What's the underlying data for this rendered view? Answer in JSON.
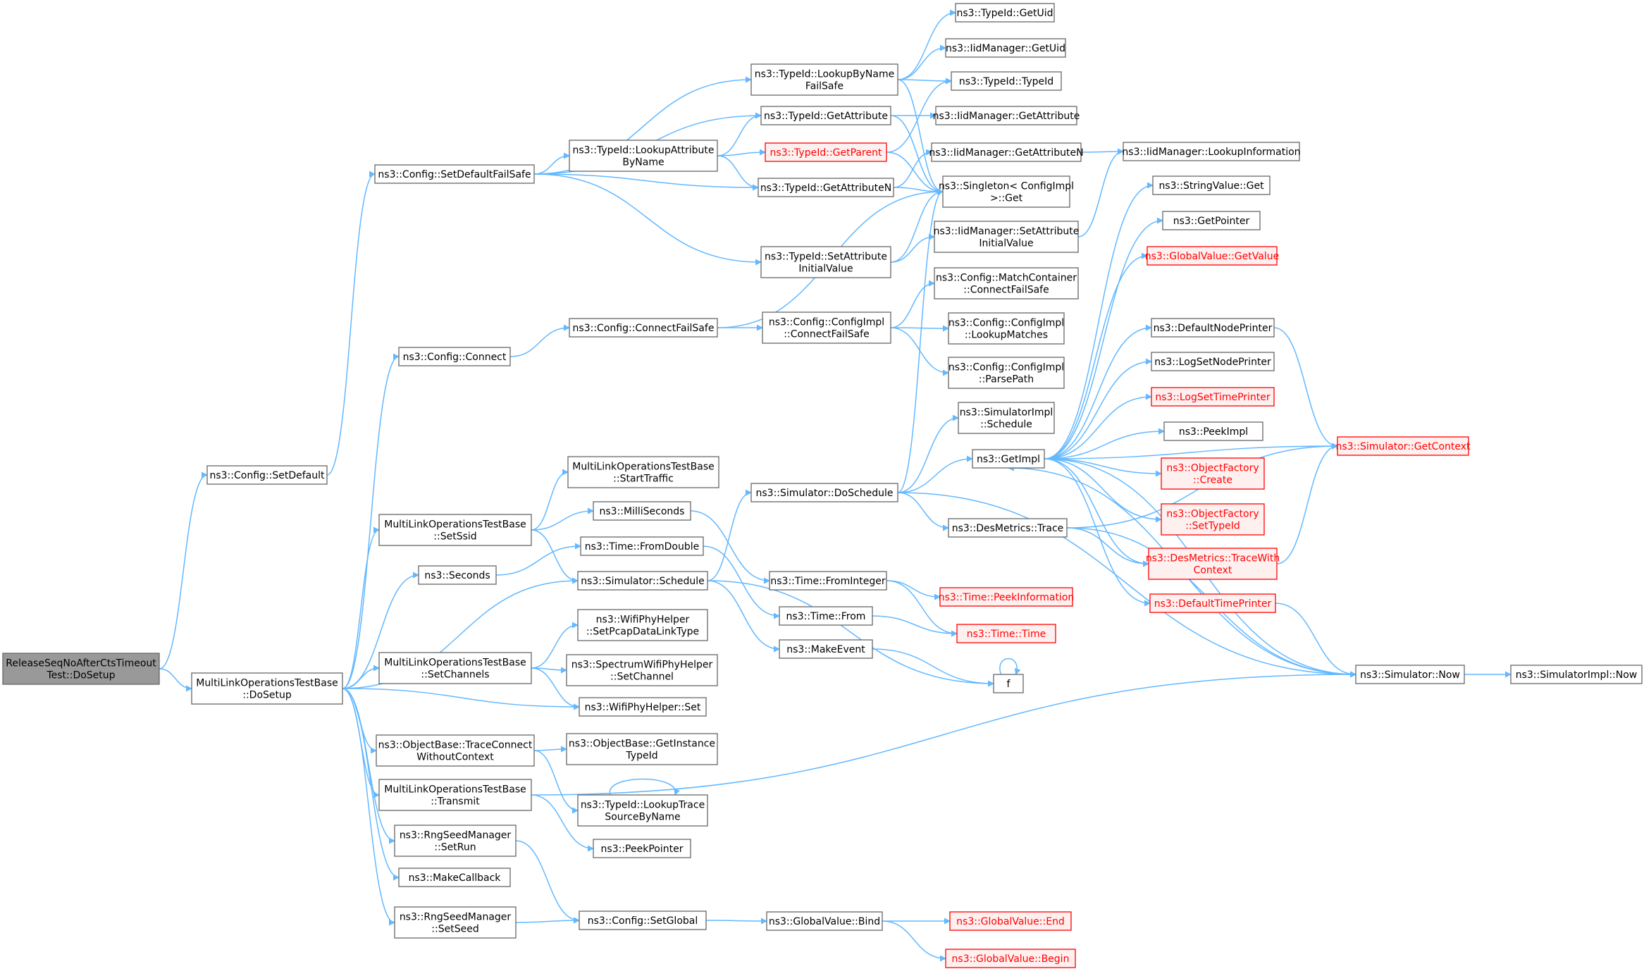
{
  "graph": {
    "colors": {
      "edge": "#63b8ff",
      "node_border": "#666666",
      "truncated_border": "#ff0000",
      "root_fill": "#999999"
    },
    "nodes": {
      "root": {
        "lines": [
          "ReleaseSeqNoAfterCtsTimeout",
          "Test::DoSetup"
        ],
        "kind": "root"
      },
      "mlDoSetup": {
        "lines": [
          "MultiLinkOperationsTestBase",
          "::DoSetup"
        ]
      },
      "setDefault": {
        "lines": [
          "ns3::Config::SetDefault"
        ]
      },
      "setDefaultFailSafe": {
        "lines": [
          "ns3::Config::SetDefaultFailSafe"
        ]
      },
      "configConnect": {
        "lines": [
          "ns3::Config::Connect"
        ]
      },
      "setSsid": {
        "lines": [
          "MultiLinkOperationsTestBase",
          "::SetSsid"
        ]
      },
      "seconds": {
        "lines": [
          "ns3::Seconds"
        ]
      },
      "setChannels": {
        "lines": [
          "MultiLinkOperationsTestBase",
          "::SetChannels"
        ]
      },
      "traceConnectWithoutContext": {
        "lines": [
          "ns3::ObjectBase::TraceConnect",
          "WithoutContext"
        ]
      },
      "transmit": {
        "lines": [
          "MultiLinkOperationsTestBase",
          "::Transmit"
        ]
      },
      "setRun": {
        "lines": [
          "ns3::RngSeedManager",
          "::SetRun"
        ]
      },
      "makeCallback": {
        "lines": [
          "ns3::MakeCallback"
        ]
      },
      "setSeed": {
        "lines": [
          "ns3::RngSeedManager",
          "::SetSeed"
        ]
      },
      "lookupAttributeByName": {
        "lines": [
          "ns3::TypeId::LookupAttribute",
          "ByName"
        ]
      },
      "connectFailSafe": {
        "lines": [
          "ns3::Config::ConnectFailSafe"
        ]
      },
      "startTraffic": {
        "lines": [
          "MultiLinkOperationsTestBase",
          "::StartTraffic"
        ]
      },
      "milliSeconds": {
        "lines": [
          "ns3::MilliSeconds"
        ]
      },
      "fromDouble": {
        "lines": [
          "ns3::Time::FromDouble"
        ]
      },
      "simSchedule": {
        "lines": [
          "ns3::Simulator::Schedule"
        ]
      },
      "setPcapDataLinkType": {
        "lines": [
          "ns3::WifiPhyHelper",
          "::SetPcapDataLinkType"
        ]
      },
      "spectrumSetChannel": {
        "lines": [
          "ns3::SpectrumWifiPhyHelper",
          "::SetChannel"
        ]
      },
      "wifiPhySet": {
        "lines": [
          "ns3::WifiPhyHelper::Set"
        ]
      },
      "getInstanceTypeId": {
        "lines": [
          "ns3::ObjectBase::GetInstance",
          "TypeId"
        ]
      },
      "lookupTraceSourceByName": {
        "lines": [
          "ns3::TypeId::LookupTrace",
          "SourceByName"
        ]
      },
      "peekPointer": {
        "lines": [
          "ns3::PeekPointer"
        ]
      },
      "configSetGlobal": {
        "lines": [
          "ns3::Config::SetGlobal"
        ]
      },
      "lookupByNameFailSafe": {
        "lines": [
          "ns3::TypeId::LookupByName",
          "FailSafe"
        ]
      },
      "typeIdGetAttribute": {
        "lines": [
          "ns3::TypeId::GetAttribute"
        ]
      },
      "typeIdGetParent": {
        "lines": [
          "ns3::TypeId::GetParent"
        ],
        "kind": "red"
      },
      "typeIdGetAttributeN": {
        "lines": [
          "ns3::TypeId::GetAttributeN"
        ]
      },
      "typeIdSetAttributeInitialValue": {
        "lines": [
          "ns3::TypeId::SetAttribute",
          "InitialValue"
        ]
      },
      "configImplConnectFailSafe": {
        "lines": [
          "ns3::Config::ConfigImpl",
          "::ConnectFailSafe"
        ]
      },
      "simDoSchedule": {
        "lines": [
          "ns3::Simulator::DoSchedule"
        ]
      },
      "timeFromInteger": {
        "lines": [
          "ns3::Time::FromInteger"
        ]
      },
      "timeFrom": {
        "lines": [
          "ns3::Time::From"
        ]
      },
      "makeEvent": {
        "lines": [
          "ns3::MakeEvent"
        ]
      },
      "globalValueBind": {
        "lines": [
          "ns3::GlobalValue::Bind"
        ]
      },
      "typeIdGetUid": {
        "lines": [
          "ns3::TypeId::GetUid"
        ]
      },
      "iidGetUid": {
        "lines": [
          "ns3::IidManager::GetUid"
        ]
      },
      "typeIdTypeId": {
        "lines": [
          "ns3::TypeId::TypeId"
        ]
      },
      "iidGetAttribute": {
        "lines": [
          "ns3::IidManager::GetAttribute"
        ]
      },
      "iidGetAttributeN": {
        "lines": [
          "ns3::IidManager::GetAttributeN"
        ]
      },
      "singletonGet": {
        "lines": [
          "ns3::Singleton< ConfigImpl",
          " >::Get"
        ]
      },
      "iidSetAttributeInitialValue": {
        "lines": [
          "ns3::IidManager::SetAttribute",
          "InitialValue"
        ]
      },
      "matchContainerConnectFailSafe": {
        "lines": [
          "ns3::Config::MatchContainer",
          "::ConnectFailSafe"
        ]
      },
      "configImplLookupMatches": {
        "lines": [
          "ns3::Config::ConfigImpl",
          "::LookupMatches"
        ]
      },
      "configImplParsePath": {
        "lines": [
          "ns3::Config::ConfigImpl",
          "::ParsePath"
        ]
      },
      "simulatorImplSchedule": {
        "lines": [
          "ns3::SimulatorImpl",
          "::Schedule"
        ]
      },
      "getImpl": {
        "lines": [
          "ns3::GetImpl"
        ]
      },
      "desMetricsTrace": {
        "lines": [
          "ns3::DesMetrics::Trace"
        ]
      },
      "timePeekInformation": {
        "lines": [
          "ns3::Time::PeekInformation"
        ],
        "kind": "red"
      },
      "timeTime": {
        "lines": [
          "ns3::Time::Time"
        ],
        "kind": "red"
      },
      "f": {
        "lines": [
          "f"
        ]
      },
      "globalValueEnd": {
        "lines": [
          "ns3::GlobalValue::End"
        ],
        "kind": "red"
      },
      "globalValueBegin": {
        "lines": [
          "ns3::GlobalValue::Begin"
        ],
        "kind": "red"
      },
      "iidLookupInformation": {
        "lines": [
          "ns3::IidManager::LookupInformation"
        ]
      },
      "stringValueGet": {
        "lines": [
          "ns3::StringValue::Get"
        ]
      },
      "getPointer": {
        "lines": [
          "ns3::GetPointer"
        ]
      },
      "globalValueGetValue": {
        "lines": [
          "ns3::GlobalValue::GetValue"
        ],
        "kind": "red"
      },
      "defaultNodePrinter": {
        "lines": [
          "ns3::DefaultNodePrinter"
        ]
      },
      "logSetNodePrinter": {
        "lines": [
          "ns3::LogSetNodePrinter"
        ]
      },
      "logSetTimePrinter": {
        "lines": [
          "ns3::LogSetTimePrinter"
        ],
        "kind": "red"
      },
      "peekImpl": {
        "lines": [
          "ns3::PeekImpl"
        ]
      },
      "objectFactoryCreate": {
        "lines": [
          "ns3::ObjectFactory",
          "::Create"
        ],
        "kind": "red"
      },
      "objectFactorySetTypeId": {
        "lines": [
          "ns3::ObjectFactory",
          "::SetTypeId"
        ],
        "kind": "red"
      },
      "desMetricsTraceWithContext": {
        "lines": [
          "ns3::DesMetrics::TraceWith",
          "Context"
        ],
        "kind": "red"
      },
      "defaultTimePrinter": {
        "lines": [
          "ns3::DefaultTimePrinter"
        ],
        "kind": "red"
      },
      "simGetContext": {
        "lines": [
          "ns3::Simulator::GetContext"
        ],
        "kind": "red"
      },
      "simNow": {
        "lines": [
          "ns3::Simulator::Now"
        ]
      },
      "simulatorImplNow": {
        "lines": [
          "ns3::SimulatorImpl::Now"
        ]
      }
    }
  }
}
